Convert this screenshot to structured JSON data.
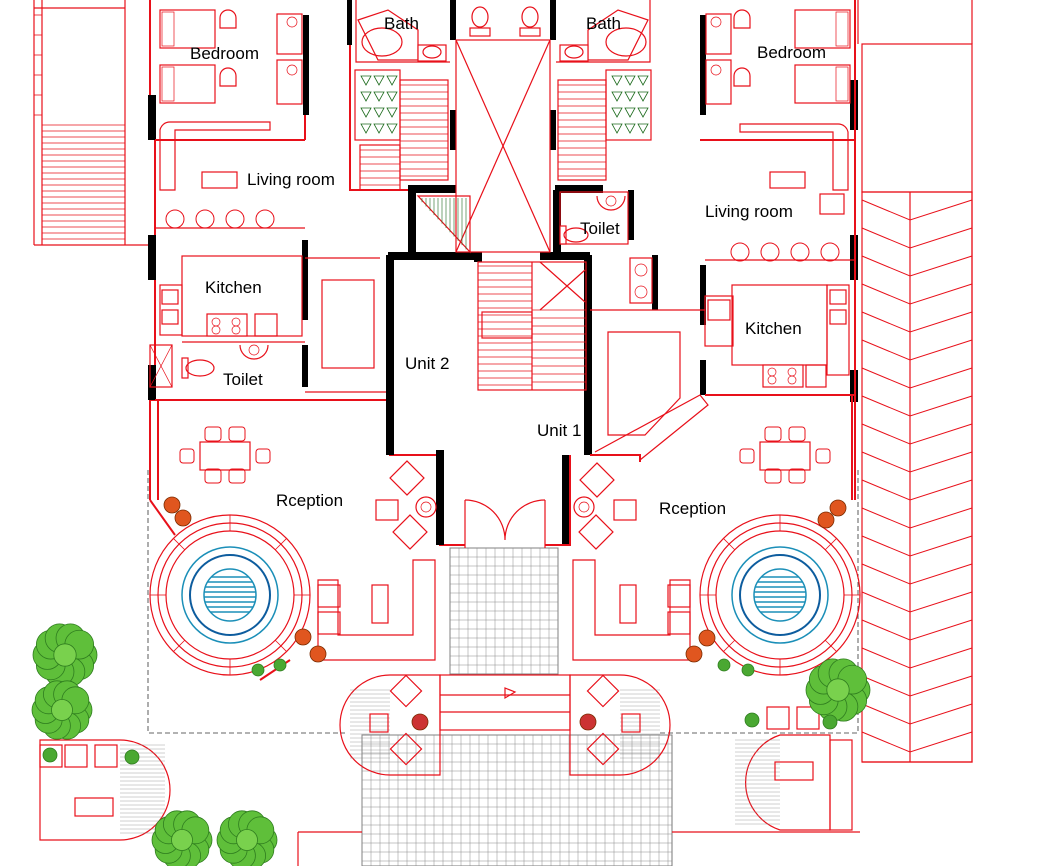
{
  "rooms": {
    "bath_left": "Bath",
    "bath_right": "Bath",
    "bedroom_left": "Bedroom",
    "bedroom_right": "Bedroom",
    "living_left": "Living room",
    "living_right": "Living room",
    "kitchen_left": "Kitchen",
    "kitchen_right": "Kitchen",
    "toilet_left": "Toilet",
    "toilet_right": "Toilet",
    "unit_2": "Unit 2",
    "unit_1": "Unit 1",
    "reception_left": "Rception",
    "reception_right": "Rception"
  },
  "colors": {
    "linework": "#e8101a",
    "walls": "#000000",
    "pool": "#1b8fb8",
    "plants": "#2f7d1f"
  }
}
